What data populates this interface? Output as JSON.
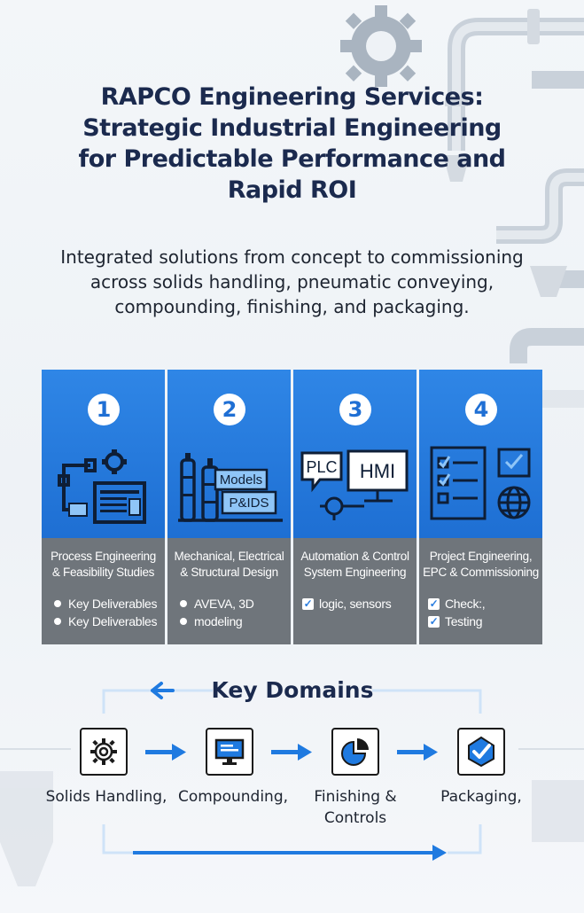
{
  "header": {
    "title_lines": [
      "RAPCO Engineering Services:",
      "Strategic Industrial Engineering",
      "for Predictable Performance and",
      "Rapid ROI"
    ],
    "subtitle_lines": [
      "Integrated solutions from concept to commissioning",
      "across solids handling, pneumatic conveying,",
      "compounding, finishing, and packaging."
    ]
  },
  "cards": [
    {
      "number": "1",
      "icon": "pipes-gear-document-icon",
      "heading_lines": [
        "Process Engineering",
        "& Feasibility Studies"
      ],
      "bullet_style": "dot",
      "items": [
        "Key Deliverables",
        "Key Deliverables"
      ]
    },
    {
      "number": "2",
      "icon": "plant-models-pids-icon",
      "icon_labels": [
        "Models",
        "P&IDS"
      ],
      "heading_lines": [
        "Mechanical, Electrical",
        "& Structural Design"
      ],
      "bullet_style": "dot",
      "items": [
        "AVEVA, 3D",
        "modeling"
      ]
    },
    {
      "number": "3",
      "icon": "plc-hmi-icon",
      "icon_labels": [
        "PLC",
        "HMI"
      ],
      "heading_lines": [
        "Automation & Control",
        "System Engineering"
      ],
      "bullet_style": "check",
      "items": [
        "logic, sensors"
      ]
    },
    {
      "number": "4",
      "icon": "checklist-globe-icon",
      "heading_lines": [
        "Project Engineering,",
        "EPC & Commissioning"
      ],
      "bullet_style": "check",
      "items": [
        "Check:,",
        "Testing"
      ]
    }
  ],
  "domains": {
    "title": "Key Domains",
    "items": [
      {
        "label_lines": [
          "Solids Handling,"
        ],
        "icon": "gear-icon"
      },
      {
        "label_lines": [
          "Compounding,"
        ],
        "icon": "monitor-icon"
      },
      {
        "label_lines": [
          "Finishing &",
          "Controls"
        ],
        "icon": "pie-chart-icon"
      },
      {
        "label_lines": [
          "Packaging,"
        ],
        "icon": "package-check-icon"
      }
    ]
  },
  "colors": {
    "card_blue": "#2279dc",
    "card_gray": "#6f757b",
    "title_navy": "#1b2a4e",
    "arrow_blue": "#1f7ae0"
  }
}
